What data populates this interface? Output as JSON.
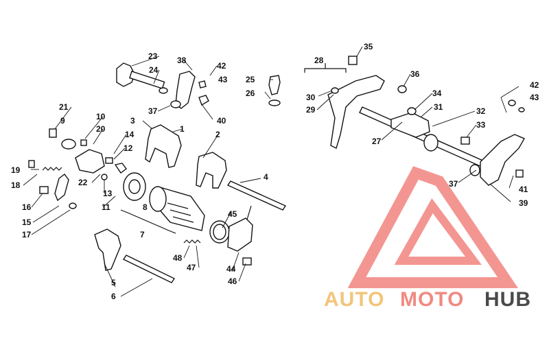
{
  "watermark": {
    "auto": "AUTO",
    "moto": "MOTO",
    "hub": "HUB",
    "colors": {
      "auto": "#f2c57a",
      "moto": "#f08a82",
      "hub": "#4a4a4a",
      "logo": "#f28b86"
    }
  },
  "callouts": [
    {
      "id": "c1",
      "text": "1"
    },
    {
      "id": "c2",
      "text": "2"
    },
    {
      "id": "c3",
      "text": "3"
    },
    {
      "id": "c4",
      "text": "4"
    },
    {
      "id": "c5",
      "text": "5"
    },
    {
      "id": "c6",
      "text": "6"
    },
    {
      "id": "c7",
      "text": "7"
    },
    {
      "id": "c8",
      "text": "8"
    },
    {
      "id": "c9",
      "text": "9"
    },
    {
      "id": "c10",
      "text": "10"
    },
    {
      "id": "c11",
      "text": "11"
    },
    {
      "id": "c12",
      "text": "12"
    },
    {
      "id": "c13",
      "text": "13"
    },
    {
      "id": "c14",
      "text": "14"
    },
    {
      "id": "c15",
      "text": "15"
    },
    {
      "id": "c16",
      "text": "16"
    },
    {
      "id": "c17",
      "text": "17"
    },
    {
      "id": "c18",
      "text": "18"
    },
    {
      "id": "c19",
      "text": "19"
    },
    {
      "id": "c20",
      "text": "20"
    },
    {
      "id": "c21",
      "text": "21"
    },
    {
      "id": "c22",
      "text": "22"
    },
    {
      "id": "c23",
      "text": "23"
    },
    {
      "id": "c24",
      "text": "24"
    },
    {
      "id": "c25",
      "text": "25"
    },
    {
      "id": "c26",
      "text": "26"
    },
    {
      "id": "c27",
      "text": "27"
    },
    {
      "id": "c28",
      "text": "28"
    },
    {
      "id": "c29",
      "text": "29"
    },
    {
      "id": "c30",
      "text": "30"
    },
    {
      "id": "c31",
      "text": "31"
    },
    {
      "id": "c32",
      "text": "32"
    },
    {
      "id": "c33",
      "text": "33"
    },
    {
      "id": "c34",
      "text": "34"
    },
    {
      "id": "c35",
      "text": "35"
    },
    {
      "id": "c36",
      "text": "36"
    },
    {
      "id": "c37a",
      "text": "37"
    },
    {
      "id": "c37b",
      "text": "37"
    },
    {
      "id": "c38",
      "text": "38"
    },
    {
      "id": "c39",
      "text": "39"
    },
    {
      "id": "c40",
      "text": "40"
    },
    {
      "id": "c41",
      "text": "41"
    },
    {
      "id": "c42a",
      "text": "42"
    },
    {
      "id": "c42b",
      "text": "42"
    },
    {
      "id": "c43a",
      "text": "43"
    },
    {
      "id": "c43b",
      "text": "43"
    },
    {
      "id": "c44",
      "text": "44"
    },
    {
      "id": "c45",
      "text": "45"
    },
    {
      "id": "c46",
      "text": "46"
    },
    {
      "id": "c47",
      "text": "47"
    },
    {
      "id": "c48",
      "text": "48"
    }
  ]
}
